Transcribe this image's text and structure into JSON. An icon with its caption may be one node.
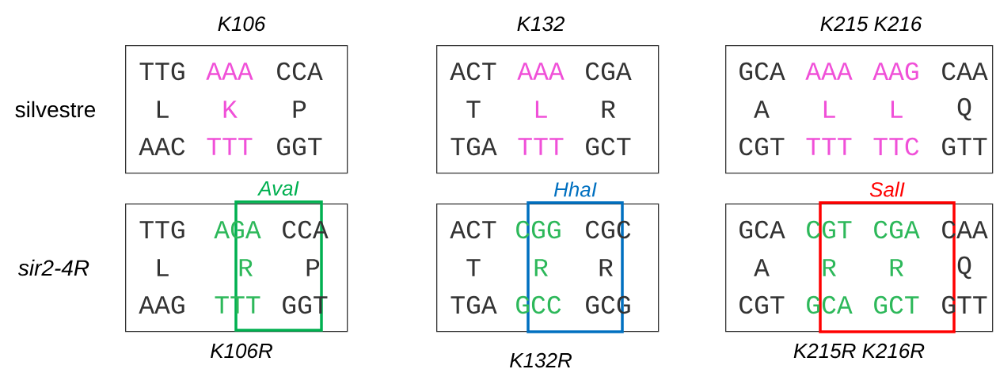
{
  "diagram": {
    "nodes": [
      {
        "text": [
          "TTG",
          "AAA",
          "CCA",
          "L",
          "K",
          "P",
          "AAC",
          "TTT",
          "GGT"
        ]
      },
      {
        "text": [
          "ACT",
          "AAA",
          "CGA",
          "T",
          "L",
          "R",
          "TGA",
          "TTT",
          "GCT"
        ]
      },
      {
        "text": [
          "GCA",
          "AAA",
          "AAG",
          "CAA",
          "A",
          "L",
          "L",
          "Q",
          "CGT",
          "TTT",
          "TTC",
          "GTT"
        ]
      },
      {
        "text": [
          "TTG",
          "AGA",
          "CCA",
          "L",
          "R",
          "P",
          "AAG",
          "TTT",
          "GGT"
        ]
      },
      {
        "text": [
          "ACT",
          "CGG",
          "CGC",
          "T",
          "R",
          "R",
          "TGA",
          "GCC",
          "GCG"
        ]
      },
      {
        "text": [
          "GCA",
          "CGT",
          "CGA",
          "CAA",
          "A",
          "R",
          "R",
          "Q",
          "CGT",
          "GCA",
          "GCT",
          "GTT"
        ]
      }
    ],
    "labels": [
      "K106",
      "K132",
      "K215 K216",
      "silvestre",
      "AvaI",
      "HhaI",
      "SalI",
      "sir2-4R",
      "K106R",
      "K132R",
      "K215R K216R"
    ]
  }
}
